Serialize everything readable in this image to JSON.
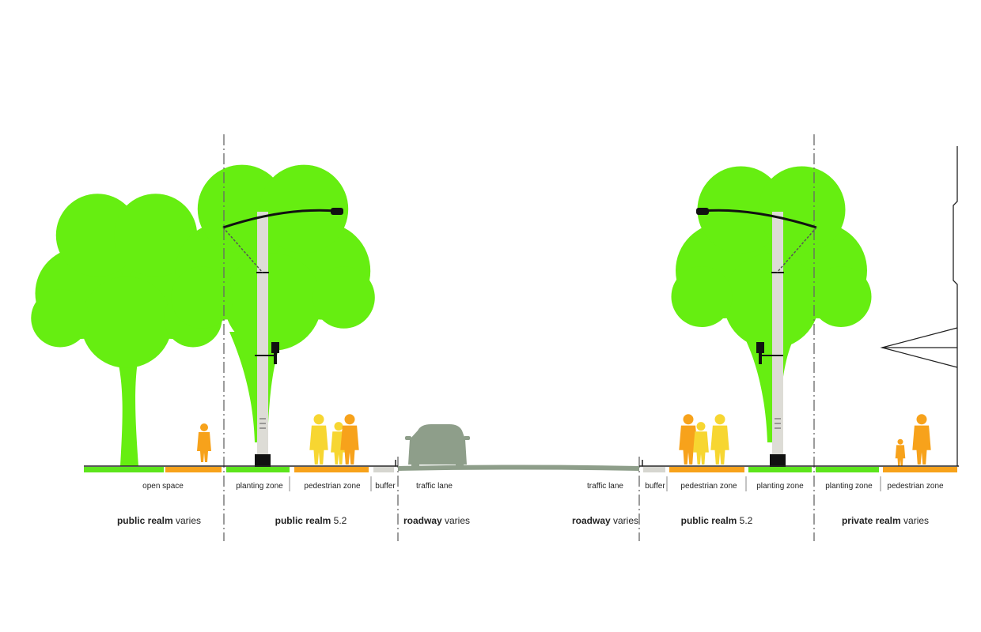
{
  "colors": {
    "planting": "#5de51c",
    "pedestrian": "#f7a21b",
    "buffer": "#d6d6d0",
    "roadway": "#8e9e8a",
    "tree": "#66ee11",
    "people_orange": "#f7a21b",
    "people_yellow": "#f7d631",
    "pole": "#dddcd6",
    "line": "#555555"
  },
  "zones": [
    {
      "label": "open space"
    },
    {
      "label": "planting zone"
    },
    {
      "label": "pedestrian zone"
    },
    {
      "label": "buffer"
    },
    {
      "label": "traffic lane"
    },
    {
      "label": "traffic lane"
    },
    {
      "label": "buffer"
    },
    {
      "label": "pedestrian zone"
    },
    {
      "label": "planting zone"
    },
    {
      "label": "planting zone"
    },
    {
      "label": "pedestrian zone"
    }
  ],
  "realms": [
    {
      "name": "public realm",
      "width": "varies"
    },
    {
      "name": "public realm",
      "width": "5.2"
    },
    {
      "name": "roadway",
      "width": "varies"
    },
    {
      "name": "roadway",
      "width": "varies"
    },
    {
      "name": "public realm",
      "width": "5.2"
    },
    {
      "name": "private realm",
      "width": "varies"
    }
  ],
  "icons": [
    "tree-icon",
    "street-light-icon",
    "pedestrian-icon",
    "car-icon",
    "building-facade-icon"
  ]
}
